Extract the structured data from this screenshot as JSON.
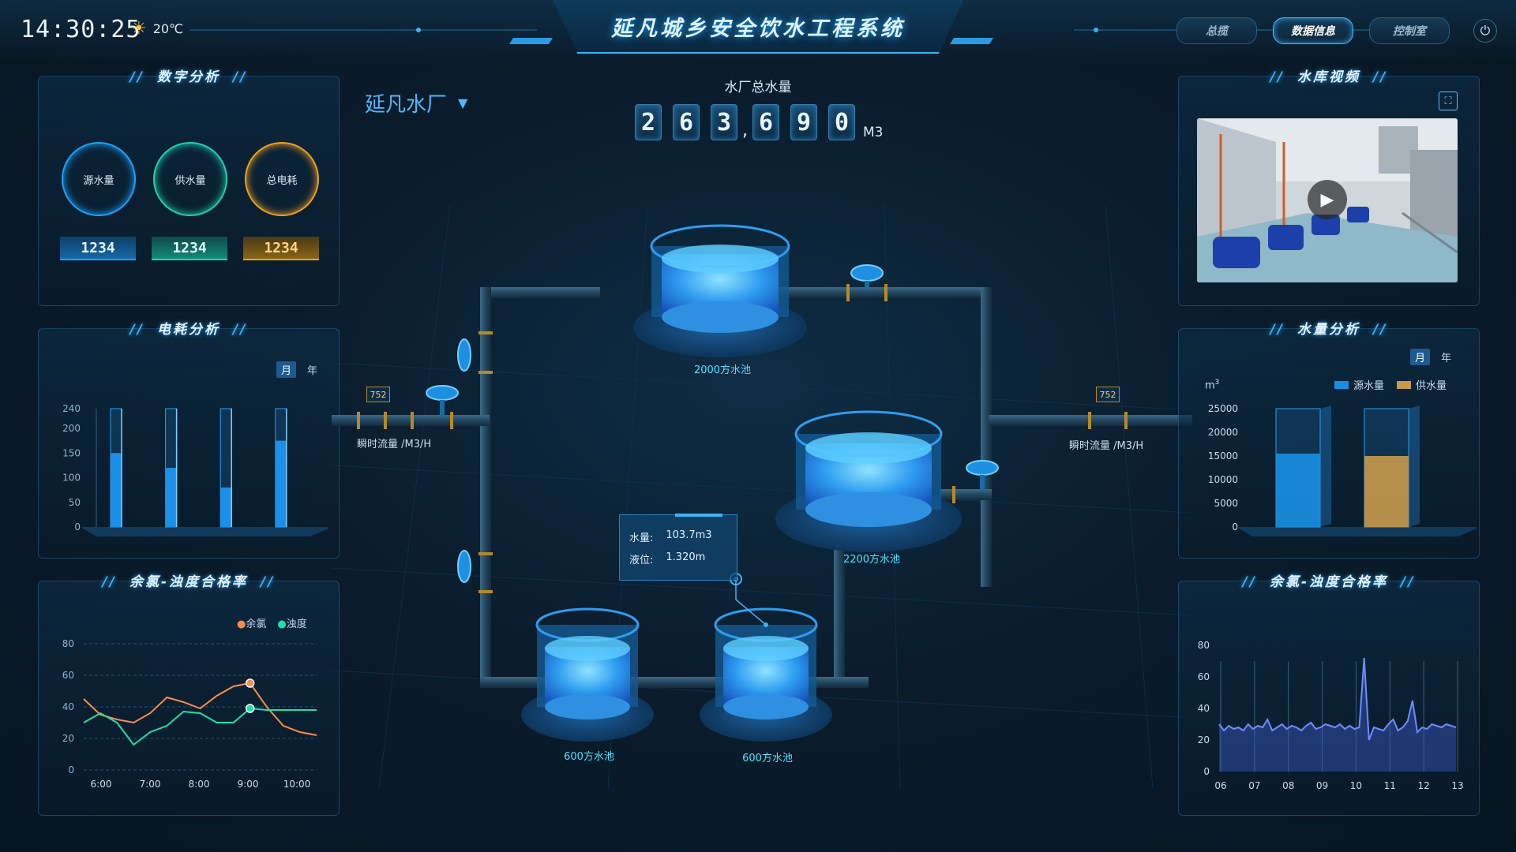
{
  "header": {
    "time": "14:30:25",
    "temperature": "20℃",
    "title": "延凡城乡安全饮水工程系统",
    "nav": [
      "总揽",
      "数据信息",
      "控制室"
    ],
    "active_nav": "数据信息"
  },
  "digital_analysis": {
    "title": "数字分析",
    "gauges": [
      {
        "label": "源水量",
        "value": "1234",
        "color": "#1aa3ff"
      },
      {
        "label": "供水量",
        "value": "1234",
        "color": "#1fd1b0"
      },
      {
        "label": "总电耗",
        "value": "1234",
        "color": "#f0a020"
      }
    ]
  },
  "power_analysis": {
    "title": "电耗分析",
    "toggle": [
      "月",
      "年"
    ],
    "chart_data": {
      "type": "bar",
      "categories": [
        "",
        "",
        "",
        ""
      ],
      "values": [
        150,
        120,
        80,
        175
      ],
      "capacity": 240,
      "yticks": [
        240,
        200,
        150,
        100,
        50,
        0
      ],
      "ylim": [
        0,
        240
      ]
    }
  },
  "chlorine_left": {
    "title": "余氯-浊度合格率",
    "chart_data": {
      "type": "line",
      "x": [
        "6:00",
        "7:00",
        "8:00",
        "9:00",
        "10:00"
      ],
      "yticks": [
        80,
        60,
        40,
        20,
        0
      ],
      "ylim": [
        0,
        80
      ],
      "series": [
        {
          "name": "余氯",
          "color": "#ff8a4c",
          "values": [
            45,
            35,
            32,
            30,
            36,
            46,
            43,
            39,
            47,
            53,
            55,
            40,
            28,
            24,
            22
          ]
        },
        {
          "name": "浊度",
          "color": "#1fe0a8",
          "values": [
            30,
            36,
            30,
            16,
            24,
            28,
            37,
            36,
            30,
            30,
            39,
            38,
            38,
            38,
            38
          ]
        }
      ],
      "point_count": 15
    }
  },
  "center": {
    "plant_select": "延凡水厂",
    "total_label": "水厂总水量",
    "total_digits": [
      "2",
      "6",
      "3",
      "6",
      "9",
      "0"
    ],
    "total_unit": "M3",
    "flow_left": {
      "badge": "752",
      "label": "瞬时流量 /M3/H"
    },
    "flow_right": {
      "badge": "752",
      "label": "瞬时流量 /M3/H"
    },
    "tanks": {
      "t2000": "2000方水池",
      "t2200": "2200方水池",
      "t600a": "600方水池",
      "t600b": "600方水池"
    },
    "tooltip": {
      "volume_label": "水量:",
      "volume_value": "103.7m3",
      "level_label": "液位:",
      "level_value": "1.320m"
    }
  },
  "reservoir_video": {
    "title": "水库视频"
  },
  "water_analysis": {
    "title": "水量分析",
    "toggle": [
      "月",
      "年"
    ],
    "unit": "m",
    "unit_sup": "3",
    "chart_data": {
      "type": "bar",
      "categories": [
        "源水量",
        "供水量"
      ],
      "series": [
        {
          "name": "源水量",
          "color": "#1a8fe0",
          "values": [
            15500
          ]
        },
        {
          "name": "供水量",
          "color": "#c89a4a",
          "values": [
            15000
          ]
        }
      ],
      "capacity": 25000,
      "yticks": [
        25000,
        20000,
        15000,
        10000,
        5000,
        0
      ],
      "ylim": [
        0,
        25000
      ]
    }
  },
  "chlorine_right": {
    "title": "余氯-浊度合格率",
    "chart_data": {
      "type": "area",
      "x": [
        "06",
        "07",
        "08",
        "09",
        "10",
        "11",
        "12",
        "13"
      ],
      "yticks": [
        80,
        60,
        40,
        20,
        0
      ],
      "ylim": [
        0,
        80
      ],
      "values": [
        30,
        26,
        29,
        27,
        28,
        26,
        30,
        27,
        29,
        28,
        33,
        26,
        28,
        30,
        27,
        29,
        28,
        26,
        29,
        31,
        27,
        28,
        30,
        29,
        28,
        30,
        27,
        29,
        27,
        28,
        72,
        20,
        28,
        27,
        26,
        30,
        33,
        26,
        28,
        32,
        45,
        25,
        28,
        27,
        30,
        29,
        28,
        30,
        29,
        28
      ]
    }
  }
}
